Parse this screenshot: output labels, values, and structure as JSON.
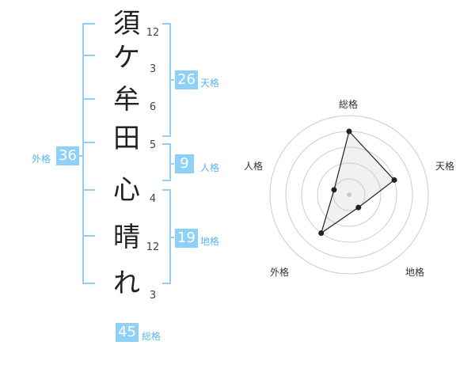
{
  "name_chars": [
    "須",
    "ケ",
    "牟",
    "田",
    "心",
    "晴",
    "れ"
  ],
  "stroke_counts": [
    "12",
    "3",
    "6",
    "5",
    "4",
    "12",
    "3"
  ],
  "kakusu": {
    "tenkaku": {
      "value": "26",
      "label": "天格"
    },
    "jinkaku": {
      "value": "9",
      "label": "人格"
    },
    "chikaku": {
      "value": "19",
      "label": "地格"
    },
    "gaikaku": {
      "value": "36",
      "label": "外格"
    },
    "soukaku": {
      "value": "45",
      "label": "総格"
    }
  },
  "chart_data": {
    "type": "radar",
    "axes": [
      "総格",
      "天格",
      "地格",
      "外格",
      "人格"
    ],
    "values": [
      4,
      3,
      1,
      3,
      1
    ],
    "max": 5,
    "rings": 5
  }
}
